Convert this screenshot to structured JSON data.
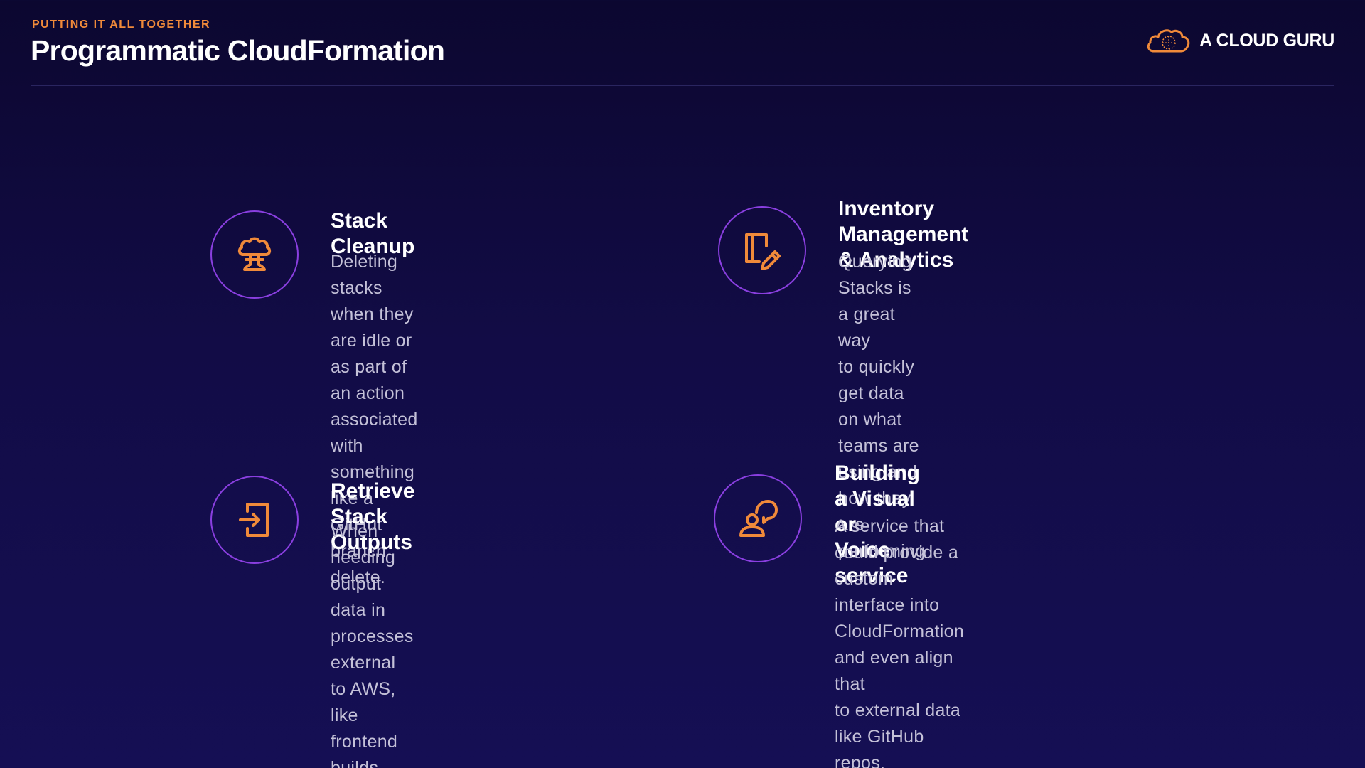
{
  "header": {
    "eyebrow": "PUTTING IT ALL TOGETHER",
    "title": "Programmatic CloudFormation",
    "brand": "A CLOUD GURU"
  },
  "colors": {
    "accent": "#f08a3a",
    "ring": "#8a3fe0",
    "background": "#120c46"
  },
  "features": [
    {
      "icon": "mushroom-cloud-icon",
      "title": "Stack Cleanup",
      "description": "Deleting stacks when they\nare idle or as part of an action\nassociated with something\nlike a GitHut branch delete."
    },
    {
      "icon": "document-edit-icon",
      "title": "Inventory Management\n& Analytics",
      "description": "Querying Stacks is a great way\nto quickly get data on what\nteams are using and how they\nare performing"
    },
    {
      "icon": "sign-in-icon",
      "title": "Retrieve Stack Outputs",
      "description": "When needing output data in\nprocesses external to AWS,\nlike frontend builds."
    },
    {
      "icon": "user-speech-icon",
      "title": "Building a Visual or\nVoice service",
      "description": "A service that could provide a\ncustom interface into\nCloudFormation and even align that\nto external data like GitHub repos."
    }
  ]
}
